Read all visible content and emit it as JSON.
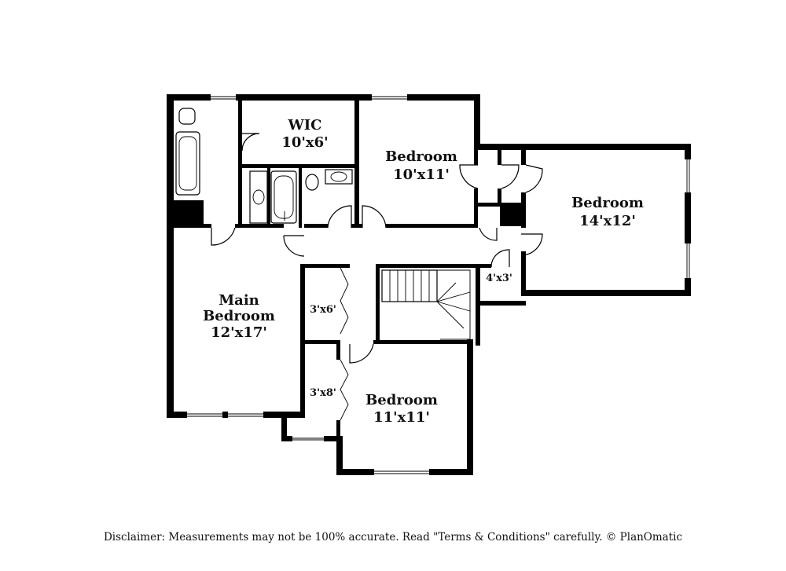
{
  "rooms": {
    "wic": {
      "name": "WIC",
      "size": "10'x6'"
    },
    "bedroom_a": {
      "name": "Bedroom",
      "size": "10'x11'"
    },
    "bedroom_b": {
      "name": "Bedroom",
      "size": "14'x12'"
    },
    "main": {
      "line1": "Main",
      "line2": "Bedroom",
      "size": "12'x17'"
    },
    "closet_a": {
      "size": "3'x6'"
    },
    "closet_b": {
      "size": "3'x8'"
    },
    "closet_c": {
      "size": "4'x3'"
    },
    "bedroom_c": {
      "name": "Bedroom",
      "size": "11'x11'"
    }
  },
  "footer": {
    "disclaimer": "Disclaimer: Measurements may not be 100% accurate. Read \"Terms & Conditions\" carefully. © PlanOmatic"
  },
  "colors": {
    "wall": "#000000",
    "background": "#ffffff"
  }
}
